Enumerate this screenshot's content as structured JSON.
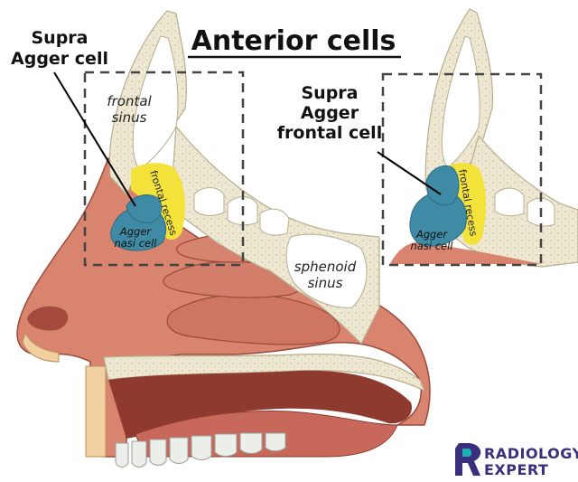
{
  "title": "Anterior cells",
  "left_panel": {
    "callout": [
      "Supra",
      "Agger cell"
    ],
    "frontal_sinus": [
      "frontal",
      "sinus"
    ],
    "frontal_recess": "frontal recess",
    "agger_nasi": [
      "Agger",
      "nasi cell"
    ],
    "sphenoid_sinus": [
      "sphenoid",
      "sinus"
    ]
  },
  "right_panel": {
    "callout": [
      "Supra",
      "Agger",
      "frontal cell"
    ],
    "frontal_recess": "frontal recess",
    "agger_nasi": [
      "Agger",
      "nasi cell"
    ]
  },
  "logo": {
    "line1": "RADIOLOGY",
    "line2": "EXPERT",
    "icon": "radiology-expert-logo-icon"
  },
  "colors": {
    "bone": "#ede7cf",
    "bone_edge": "#b8ae8e",
    "flesh": "#d9846f",
    "flesh_dark": "#b65c4b",
    "mucosa": "#c56a5a",
    "recess_yellow": "#f2e23a",
    "cell_blue": "#3f8aa4",
    "logo_purple": "#3a2f7d",
    "logo_teal": "#1fb1b8"
  }
}
